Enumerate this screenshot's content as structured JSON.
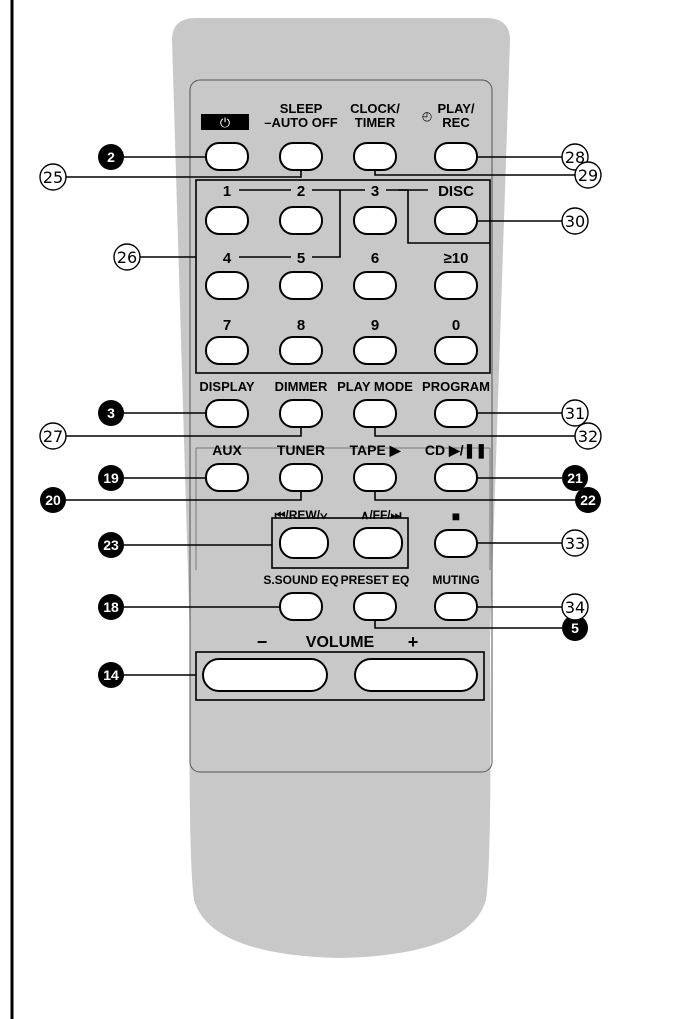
{
  "remote": {
    "top_buttons": {
      "power_symbol": "⏻",
      "sleep_line1": "SLEEP",
      "sleep_line2": "–AUTO OFF",
      "clock_line1": "CLOCK/",
      "clock_line2": "TIMER",
      "play_rec_symbol": "◴",
      "play_rec_line1": "PLAY/",
      "play_rec_line2": "REC"
    },
    "number_pad": {
      "k1": "1",
      "k2": "2",
      "k3": "3",
      "disc": "DISC",
      "k4": "4",
      "k5": "5",
      "k6": "6",
      "k10": "≥10",
      "k7": "7",
      "k8": "8",
      "k9": "9",
      "k0": "0"
    },
    "mode_buttons": {
      "display": "DISPLAY",
      "dimmer": "DIMMER",
      "play_mode": "PLAY MODE",
      "program": "PROGRAM",
      "aux": "AUX",
      "tuner": "TUNER",
      "tape": "TAPE ▶",
      "cd": "CD ▶/❚❚",
      "rew": "⏮/REW/∨",
      "ff": "∧/FF/⏭",
      "stop": "■",
      "s_sound_eq": "S.SOUND EQ",
      "preset_eq": "PRESET EQ",
      "muting": "MUTING"
    },
    "volume": {
      "minus": "−",
      "label": "VOLUME",
      "plus": "+"
    }
  },
  "callouts": {
    "c2": "2",
    "c3": "3",
    "c5": "5",
    "c14": "14",
    "c18": "18",
    "c19": "19",
    "c20": "20",
    "c21": "21",
    "c22": "22",
    "c23": "23",
    "c25": "25",
    "c26": "26",
    "c27": "27",
    "c28": "28",
    "c29": "29",
    "c30": "30",
    "c31": "31",
    "c32": "32",
    "c33": "33",
    "c34": "34"
  },
  "colors": {
    "body": "#c8c8c8",
    "panel_border": "#444444",
    "ink": "#000000",
    "button_fill": "#ffffff"
  }
}
